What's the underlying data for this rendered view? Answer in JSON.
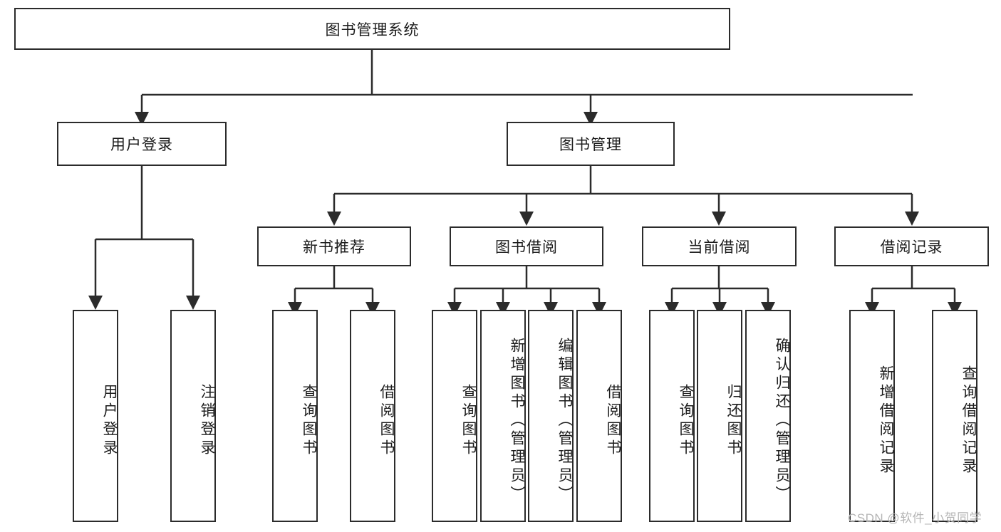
{
  "diagram": {
    "type": "tree-hierarchy-chart",
    "title": "图书管理系统",
    "watermark": "CSDN @软件_小贺同学",
    "colors": {
      "box_border": "#2b2b2b",
      "box_fill": "#ffffff",
      "connector": "#2b2b2b",
      "text": "#1d1d1d",
      "watermark": "#b5b5b5",
      "background": "#ffffff"
    },
    "root": {
      "label": "图书管理系统"
    },
    "level2": [
      {
        "label": "用户登录"
      },
      {
        "label": "图书管理"
      }
    ],
    "level3": [
      {
        "label": "新书推荐"
      },
      {
        "label": "图书借阅"
      },
      {
        "label": "当前借阅"
      },
      {
        "label": "借阅记录"
      }
    ],
    "leaves": {
      "user_login": [
        {
          "label": "用户登录"
        },
        {
          "label": "注销登录"
        }
      ],
      "new_book_recommend": [
        {
          "label": "查询图书"
        },
        {
          "label": "借阅图书"
        }
      ],
      "book_borrow": [
        {
          "label": "查询图书"
        },
        {
          "label": "新增图书（管理员）"
        },
        {
          "label": "编辑图书（管理员）"
        },
        {
          "label": "借阅图书"
        }
      ],
      "current_borrow": [
        {
          "label": "查询图书"
        },
        {
          "label": "归还图书"
        },
        {
          "label": "确认归还（管理员）"
        }
      ],
      "borrow_record": [
        {
          "label": "新增借阅记录"
        },
        {
          "label": "查询借阅记录"
        }
      ]
    }
  }
}
